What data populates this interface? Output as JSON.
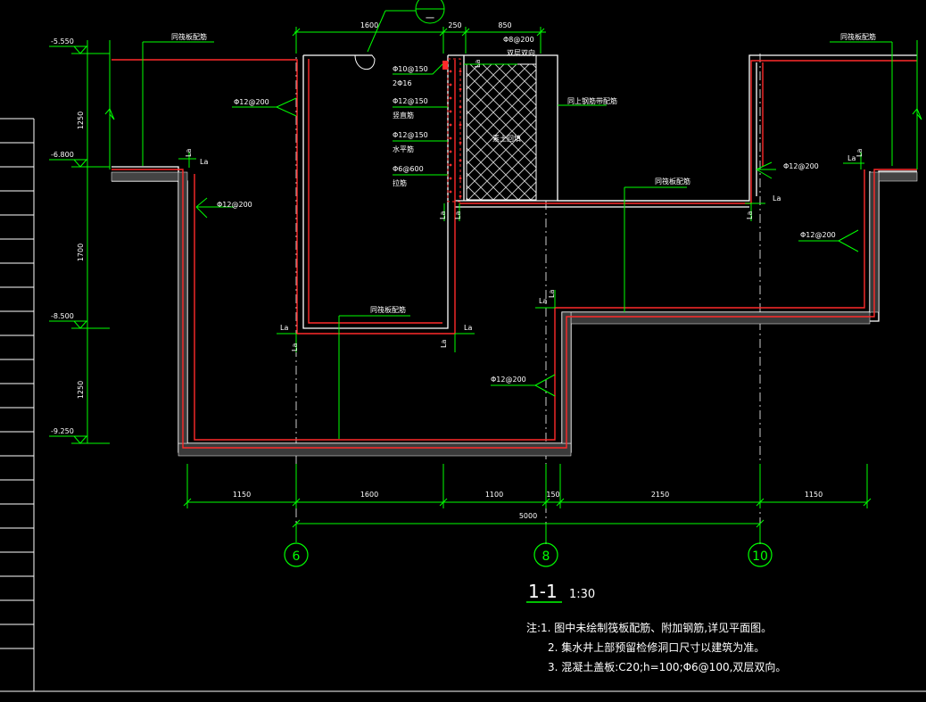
{
  "colors": {
    "background": "#000000",
    "rebar": "#ff2a2a",
    "dimension": "#00ff00",
    "wall": "#ffffff",
    "axis_bubble": "#00ff00",
    "hatch": "#cccccc"
  },
  "elevations": [
    "-5.550",
    "-6.800",
    "-8.500",
    "-9.250"
  ],
  "left_dims": [
    "1250",
    "1700",
    "1250"
  ],
  "top_dims": [
    "1600",
    "250",
    "850"
  ],
  "bottom_dims": [
    "1150",
    "1600",
    "1100",
    "150",
    "2150",
    "1150"
  ],
  "overall_dim": "5000",
  "axes": [
    "6",
    "8",
    "10"
  ],
  "detail_ref": "一",
  "labels": {
    "same_slab_top_left": "同筏板配筋",
    "same_slab_top_right": "同筏板配筋",
    "same_slab_lower_mid": "同筏板配筋",
    "same_slab_inner": "同筏板配筋",
    "same_wall_rebar": "同上钢筋带配筋",
    "phi12_200_a": "Φ12@200",
    "phi12_200_b": "Φ12@200",
    "phi12_200_c": "Φ12@200",
    "phi12_200_d": "Φ12@200",
    "phi12_200_e": "Φ12@200",
    "phi8_200": "Φ8@200",
    "double_layer": "双层双向",
    "phi10_150": "Φ10@150",
    "two_phi16": "2Φ16",
    "phi12_150_v": "Φ12@150",
    "vertical_bar": "竖直筋",
    "phi12_150_h": "Φ12@150",
    "horizontal_bar": "水平筋",
    "phi6_600": "Φ6@600",
    "tie_bar": "拉筋",
    "backfill": "素土回填",
    "la": "La"
  },
  "title": {
    "section": "1-1",
    "scale": "1:30"
  },
  "notes": [
    "注:1. 图中未绘制筏板配筋、附加钢筋,详见平面图。",
    "2. 集水井上部预留检修洞口尺寸以建筑为准。",
    "3. 混凝土盖板:C20;h=100;Φ6@100,双层双向。"
  ]
}
